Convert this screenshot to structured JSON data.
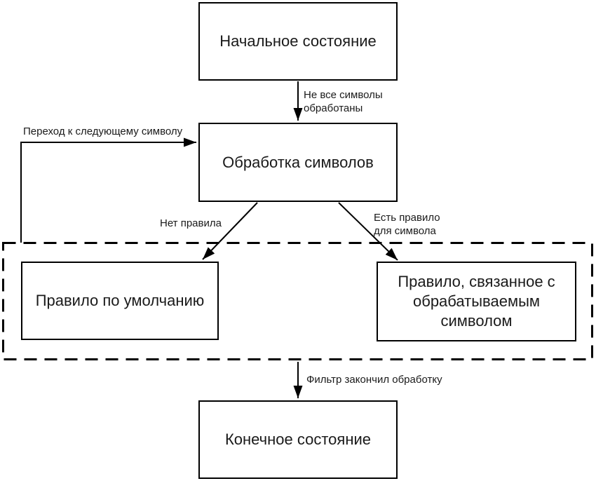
{
  "diagram": {
    "background_color": "#ffffff",
    "line_color": "#000000",
    "node_fill_color": "#ffffff",
    "nodes": {
      "initial": {
        "label": "Начальное состояние"
      },
      "processing": {
        "label": "Обработка символов"
      },
      "default_rule": {
        "label": "Правило по умолчанию"
      },
      "symbol_rule": {
        "label": "Правило, связанное с\nобрабатываемым\nсимволом"
      },
      "final": {
        "label": "Конечное состояние"
      }
    },
    "edge_labels": {
      "not_all_processed": "Не все символы\nобработаны",
      "next_symbol": "Переход к следующему символу",
      "no_rule": "Нет правила",
      "has_rule": "Есть правило\nдля символа",
      "filter_done": "Фильтр закончил обработку"
    }
  }
}
